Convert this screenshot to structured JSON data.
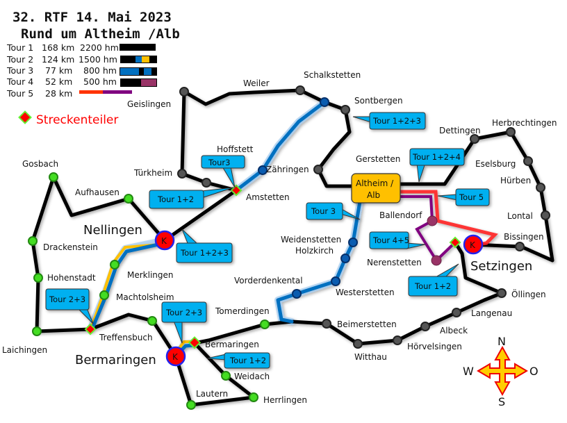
{
  "header": {
    "title": "32. RTF 14. Mai 2023",
    "subtitle": "Rund um Altheim /Alb"
  },
  "legend": {
    "tours": [
      {
        "name": "Tour 1",
        "distance": "168 km",
        "elevation": "2200 hm"
      },
      {
        "name": "Tour 2",
        "distance": "124 km",
        "elevation": "1500 hm"
      },
      {
        "name": "Tour 3",
        "distance": "77 km",
        "elevation": "800 hm"
      },
      {
        "name": "Tour 4",
        "distance": "52 km",
        "elevation": "500 hm"
      },
      {
        "name": "Tour 5",
        "distance": "28 km",
        "elevation": ""
      }
    ],
    "divider_label": "Streckenteiler"
  },
  "colors": {
    "tour1": "#000000",
    "tour2": "#ffc000",
    "tour3": "#0070c0",
    "tour4": "#993366",
    "tour5_red": "#ff3300",
    "tour5_purple": "#800080",
    "callout": "#00b0f0",
    "start": "#ffc000",
    "control": "#ff0000"
  },
  "start": {
    "line1": "Altheim /",
    "line2": "Alb"
  },
  "controls": {
    "k": "K",
    "nellingen": "Nellingen",
    "bermaringen": "Bermaringen",
    "setzingen": "Setzingen"
  },
  "places": {
    "geislingen": "Geislingen",
    "weiler": "Weiler",
    "schalkstetten": "Schalkstetten",
    "sontbergen": "Sontbergen",
    "hoffstett": "Hoffstett",
    "tuerkheim": "Türkheim",
    "zaehringen": "Zähringen",
    "gerstetten": "Gerstetten",
    "dettingen": "Dettingen",
    "herbrechtingen": "Herbrechtingen",
    "eselsburg": "Eselsburg",
    "huerben": "Hürben",
    "lontal": "Lontal",
    "bissingen": "Bissingen",
    "ballendorf": "Ballendorf",
    "nerenstetten": "Nerenstetten",
    "gosbach": "Gosbach",
    "aufhausen": "Aufhausen",
    "amstetten": "Amstetten",
    "drackenstein": "Drackenstein",
    "hohenstadt": "Hohenstadt",
    "merklingen": "Merklingen",
    "machtolsheim": "Machtolsheim",
    "laichingen": "Laichingen",
    "treffensbuch": "Treffensbuch",
    "tomerdingen": "Tomerdingen",
    "bermaringen_div": "Bermaringen",
    "weidach": "Weidach",
    "lautern": "Lautern",
    "herrlingen": "Herrlingen",
    "weidenstetten": "Weidenstetten",
    "holzkirch": "Holzkirch",
    "vorderdenkental": "Vorderdenkental",
    "westerstetten": "Westerstetten",
    "beimerstetten": "Beimerstetten",
    "witthau": "Witthau",
    "hoervelsingen": "Hörvelsingen",
    "albeck": "Albeck",
    "langenau": "Langenau",
    "oellingen": "Öllingen"
  },
  "callouts": {
    "sontbergen": "Tour 1+2+3",
    "hoffstett": "Tour3",
    "amstetten": "Tour 1+2",
    "gerstetten": "Tour 1+2+4",
    "altheim_tour3": "Tour 3",
    "tour5": "Tour 5",
    "tour45": "Tour 4+5",
    "nellingen": "Tour 1+2+3",
    "setzingen": "Tour 1+2",
    "treffensbuch": "Tour 2+3",
    "bermaringen": "Tour 2+3",
    "bermaringen_12": "Tour 1+2"
  },
  "compass": {
    "n": "N",
    "s": "S",
    "w": "W",
    "o": "O"
  }
}
